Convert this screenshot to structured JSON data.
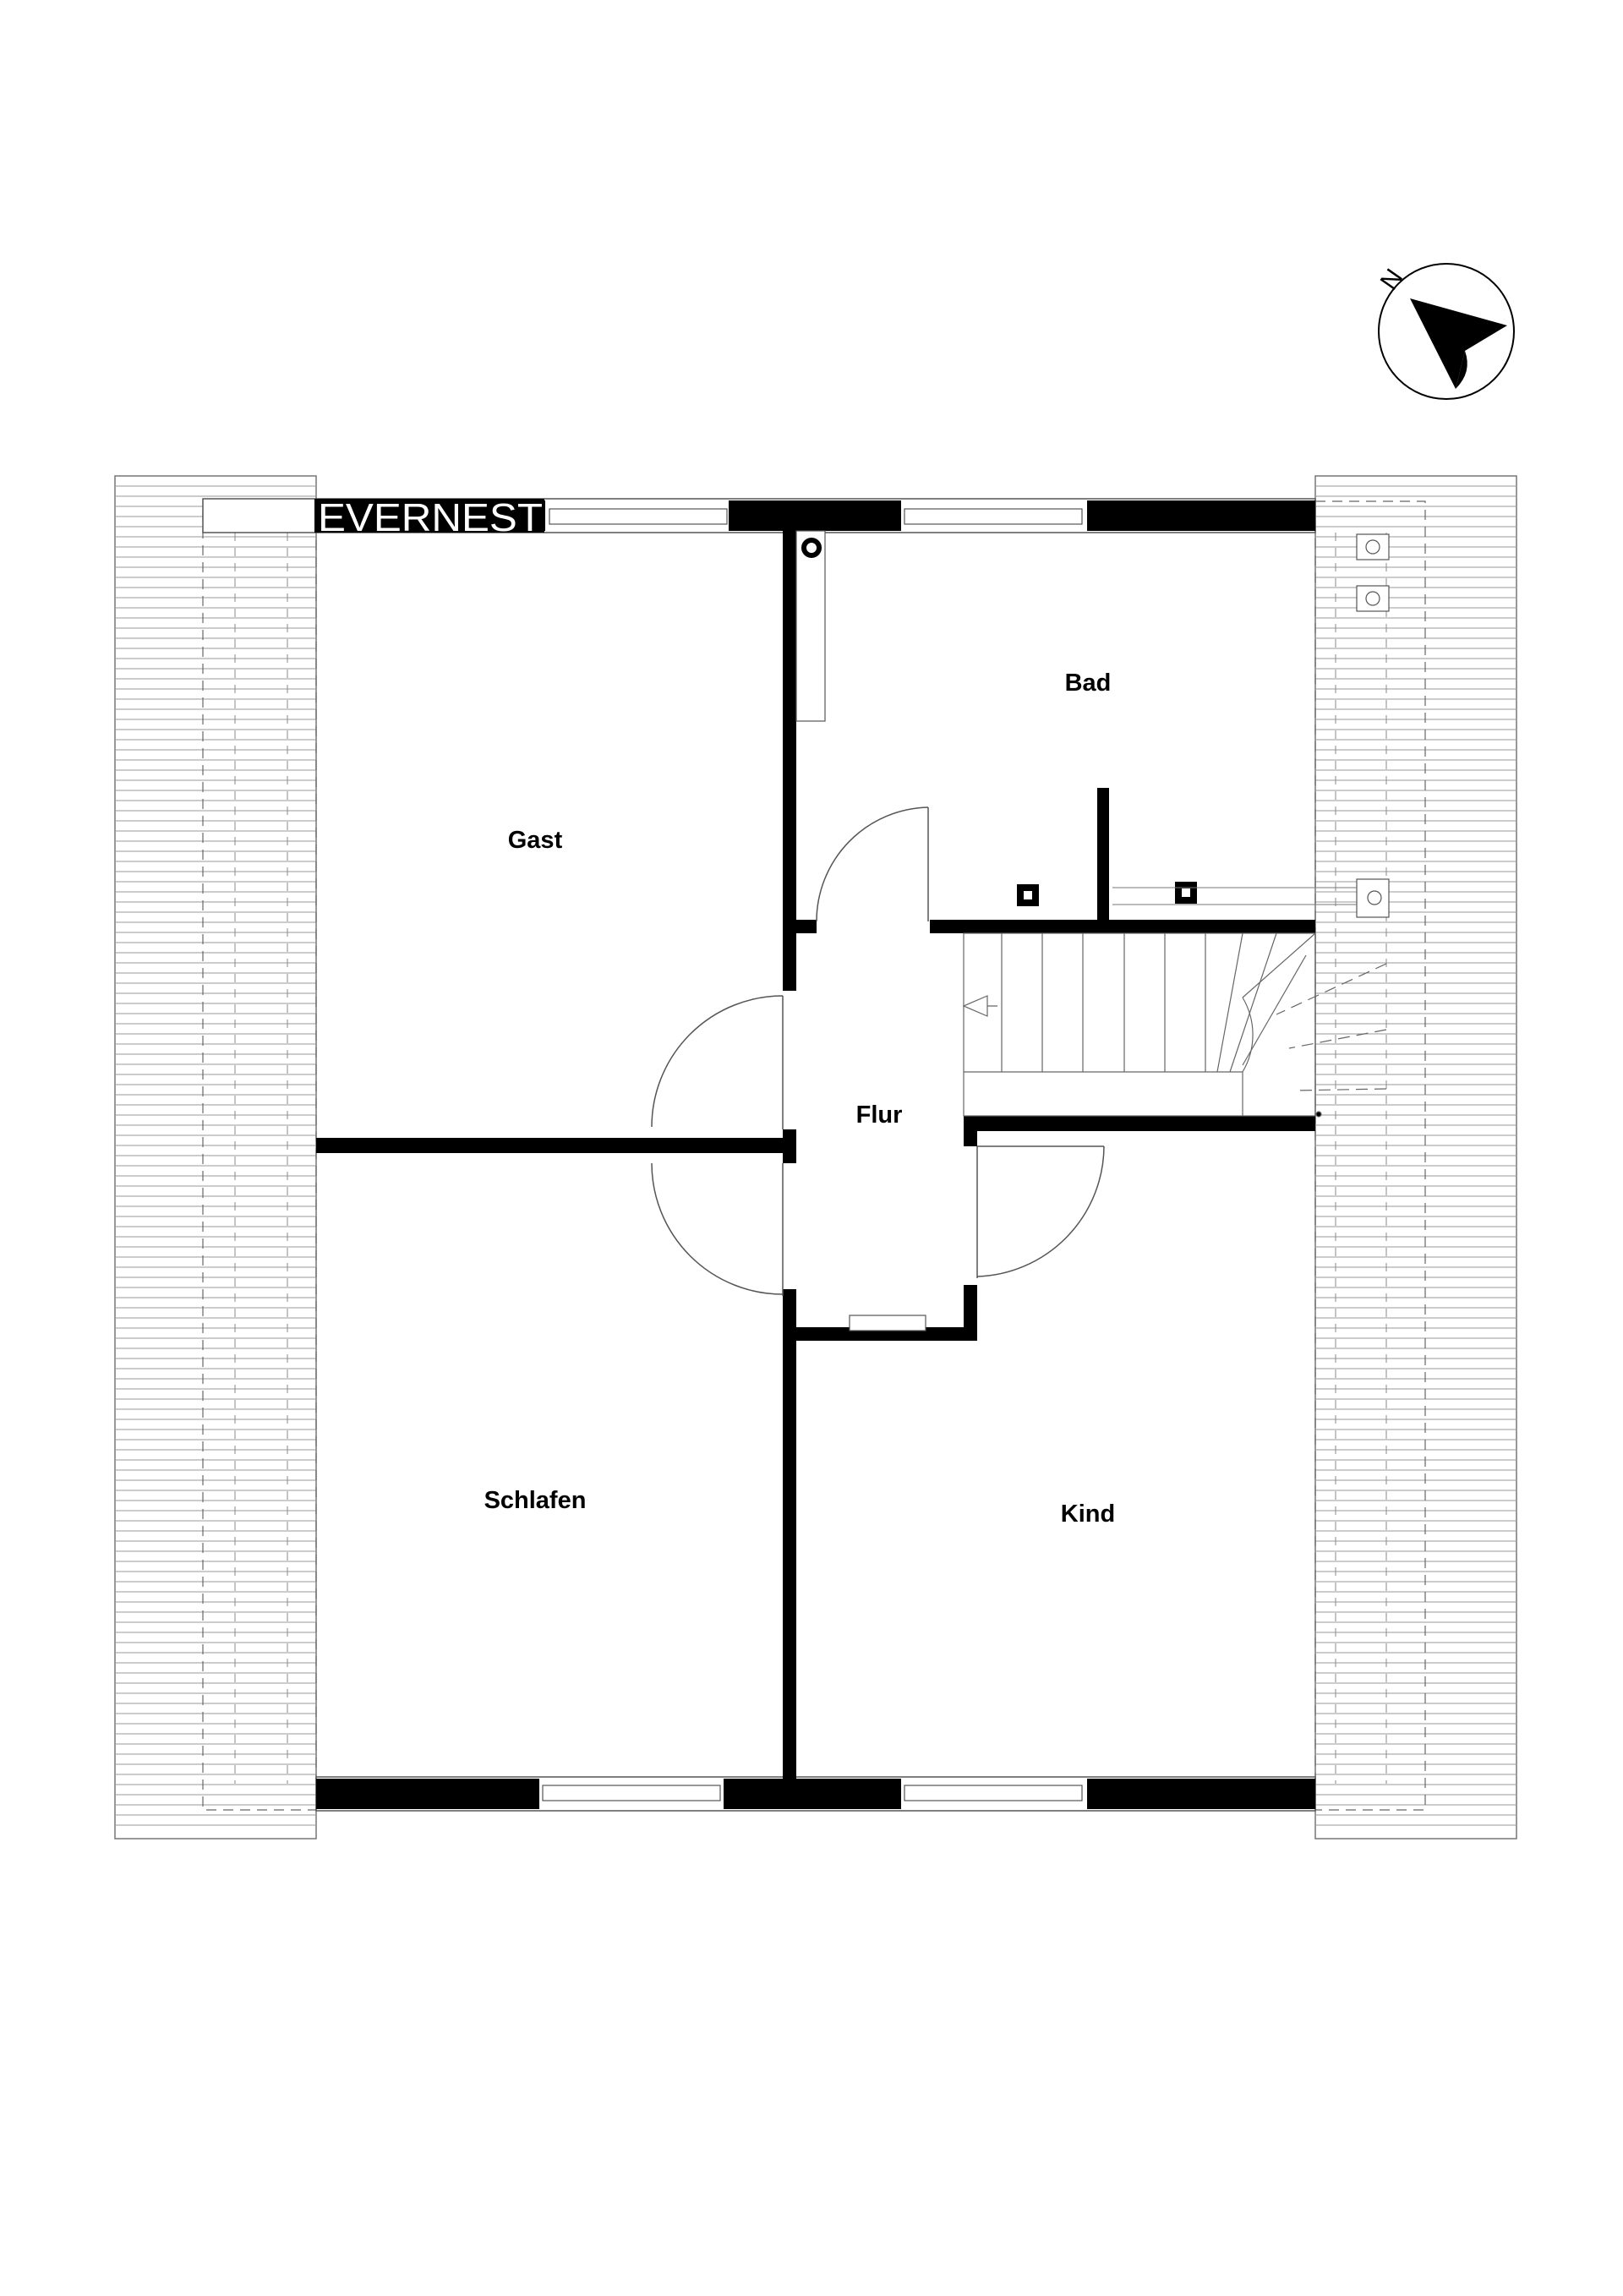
{
  "brand": {
    "name": "EVERNEST"
  },
  "compass": {
    "letter": "N",
    "icon": "north-arrow-icon"
  },
  "rooms": {
    "bad": "Bad",
    "gast": "Gast",
    "flur": "Flur",
    "schlafen": "Schlafen",
    "kind": "Kind"
  },
  "colors": {
    "wall": "#000000",
    "line": "#555555",
    "background": "#ffffff"
  }
}
